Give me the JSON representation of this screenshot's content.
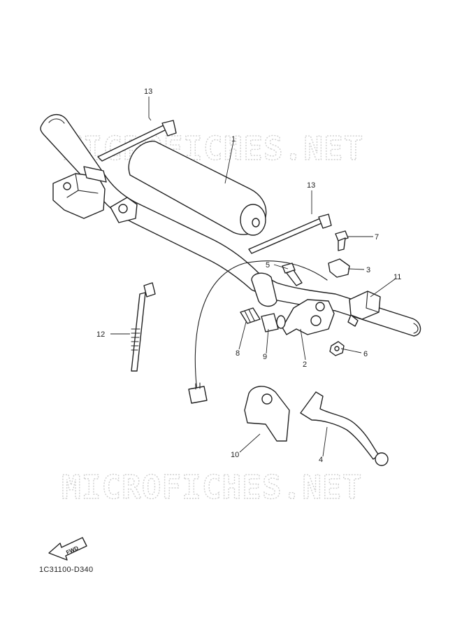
{
  "watermark": {
    "text_top": "MICROFICHES.NET",
    "text_bottom": "MICROFICHES.NET"
  },
  "callouts": [
    "13",
    "1",
    "13",
    "7",
    "5",
    "3",
    "11",
    "12",
    "8",
    "9",
    "2",
    "6",
    "10",
    "4"
  ],
  "fwd_label": "FWD",
  "diagram_code": "1C31100-D340"
}
